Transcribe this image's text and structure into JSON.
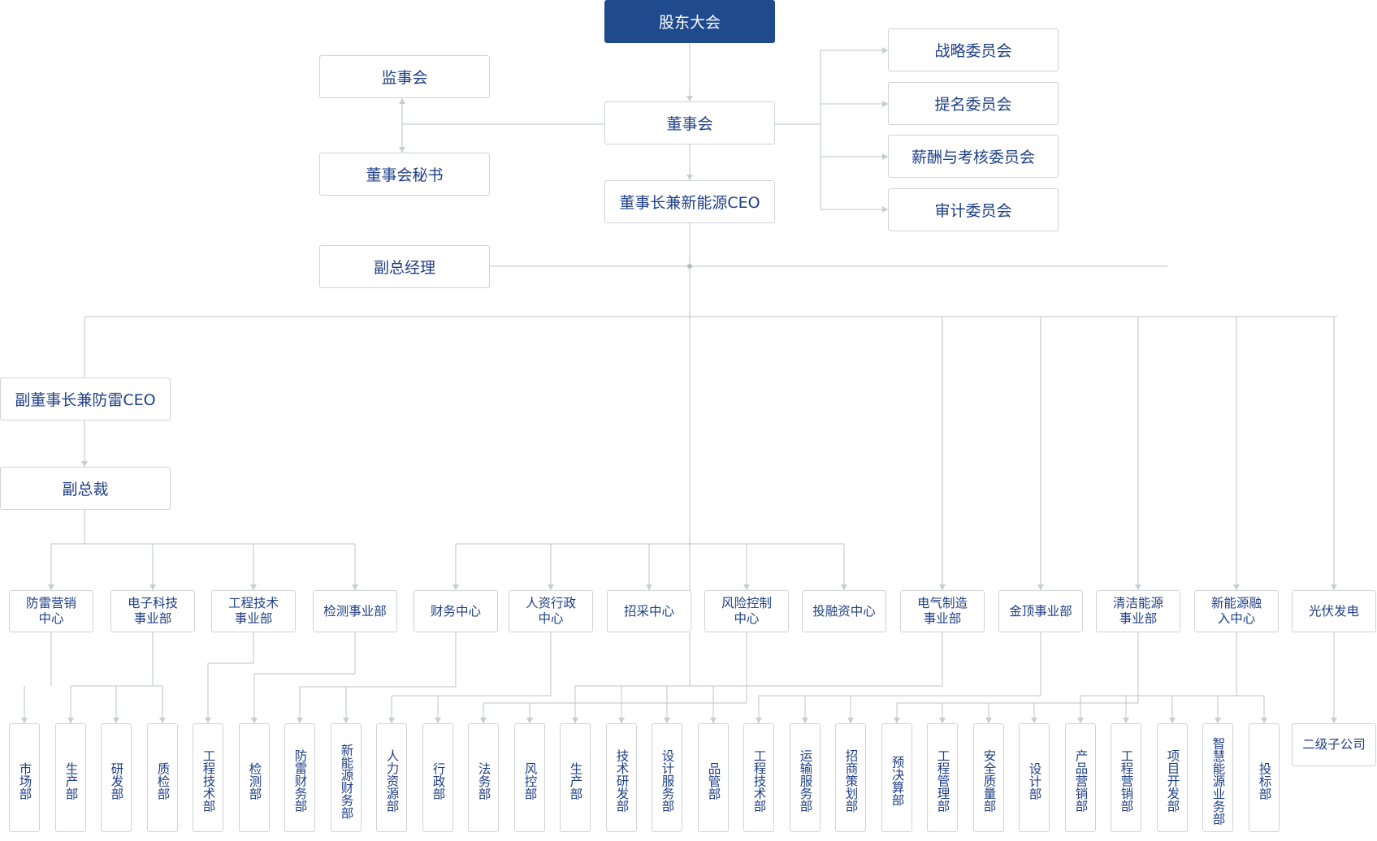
{
  "nodes": {
    "shareholders": "股东大会",
    "supervisors": "监事会",
    "board": "董事会",
    "board_secretary": "董事会秘书",
    "chairman_ceo": "董事长兼新能源CEO",
    "strategy": "战略委员会",
    "nomination": "提名委员会",
    "compensation": "薪酬与考核委员会",
    "audit": "审计委员会",
    "vp": "副总经理",
    "vice_chair": "副董事长兼防雷CEO",
    "vice_president": "副总裁"
  },
  "departments": [
    {
      "id": "d1",
      "lines": [
        "防雷营销",
        "中心"
      ]
    },
    {
      "id": "d2",
      "lines": [
        "电子科技",
        "事业部"
      ]
    },
    {
      "id": "d3",
      "lines": [
        "工程技术",
        "事业部"
      ]
    },
    {
      "id": "d4",
      "lines": [
        "检测事业部"
      ]
    },
    {
      "id": "d5",
      "lines": [
        "财务中心"
      ]
    },
    {
      "id": "d6",
      "lines": [
        "人资行政",
        "中心"
      ]
    },
    {
      "id": "d7",
      "lines": [
        "招采中心"
      ]
    },
    {
      "id": "d8",
      "lines": [
        "风险控制",
        "中心"
      ]
    },
    {
      "id": "d9",
      "lines": [
        "投融资中心"
      ]
    },
    {
      "id": "d10",
      "lines": [
        "电气制造",
        "事业部"
      ]
    },
    {
      "id": "d11",
      "lines": [
        "金顶事业部"
      ]
    },
    {
      "id": "d12",
      "lines": [
        "清洁能源",
        "事业部"
      ]
    },
    {
      "id": "d13",
      "lines": [
        "新能源融",
        "入中心"
      ]
    },
    {
      "id": "d14",
      "lines": [
        "光伏发电"
      ]
    }
  ],
  "subunits": [
    "市场部",
    "生产部",
    "研发部",
    "质检部",
    "工程技术部",
    "检测部",
    "防雷财务部",
    "新能源财务部",
    "人力资源部",
    "行政部",
    "法务部",
    "风控部",
    "生产部",
    "技术研发部",
    "设计服务部",
    "品管部",
    "工程技术部",
    "运输服务部",
    "招商策划部",
    "预决算部",
    "工程管理部",
    "安全质量部",
    "设计部",
    "产品营销部",
    "工程营销部",
    "项目开发部",
    "智慧能源业务部",
    "投标部"
  ],
  "subsidiary": "二级子公司",
  "colors": {
    "primary": "#1f4a8e",
    "text": "#1f3f86",
    "line": "#c9cdd2",
    "border": "#cfd3d8"
  }
}
